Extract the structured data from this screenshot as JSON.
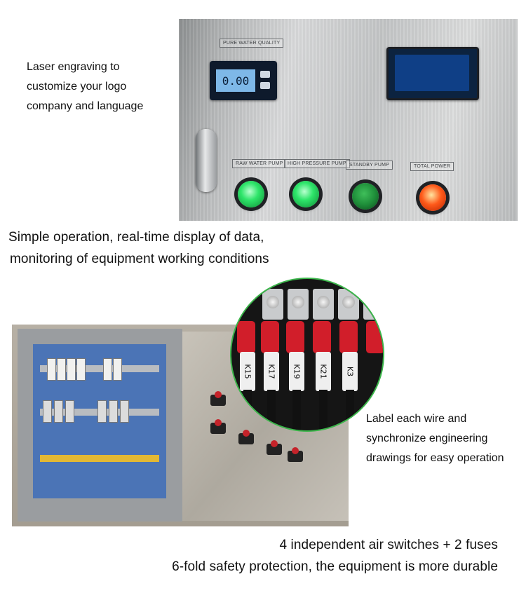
{
  "captions": {
    "engraving": [
      "Laser engraving to",
      "customize your logo",
      "company and language"
    ],
    "operation": [
      "Simple operation, real-time display of data,",
      "monitoring of equipment working conditions"
    ],
    "wires": [
      "Label each wire and",
      "synchronize engineering",
      "drawings for easy operation"
    ],
    "safety": [
      "4 independent air switches + 2 fuses",
      "6-fold safety protection, the equipment is more durable"
    ]
  },
  "panel": {
    "quality_label": "PURE WATER QUALITY",
    "meter_reading": "0.00",
    "lamps": [
      {
        "label": "RAW WATER PUMP",
        "color": "#2ee56a",
        "state": "on"
      },
      {
        "label": "HIGH PRESSURE PUMP",
        "color": "#2ee56a",
        "state": "on"
      },
      {
        "label": "STANDBY PUMP",
        "color": "#1f8f3a",
        "state": "off"
      },
      {
        "label": "TOTAL POWER",
        "color": "#ff5a1a",
        "state": "on"
      }
    ]
  },
  "wire_labels": [
    "K15",
    "K17",
    "K19",
    "K21",
    "K3"
  ],
  "colors": {
    "zoom_border": "#3bb54a",
    "plate_blue": "#4b74b6",
    "sleeve_red": "#d11e2a"
  }
}
